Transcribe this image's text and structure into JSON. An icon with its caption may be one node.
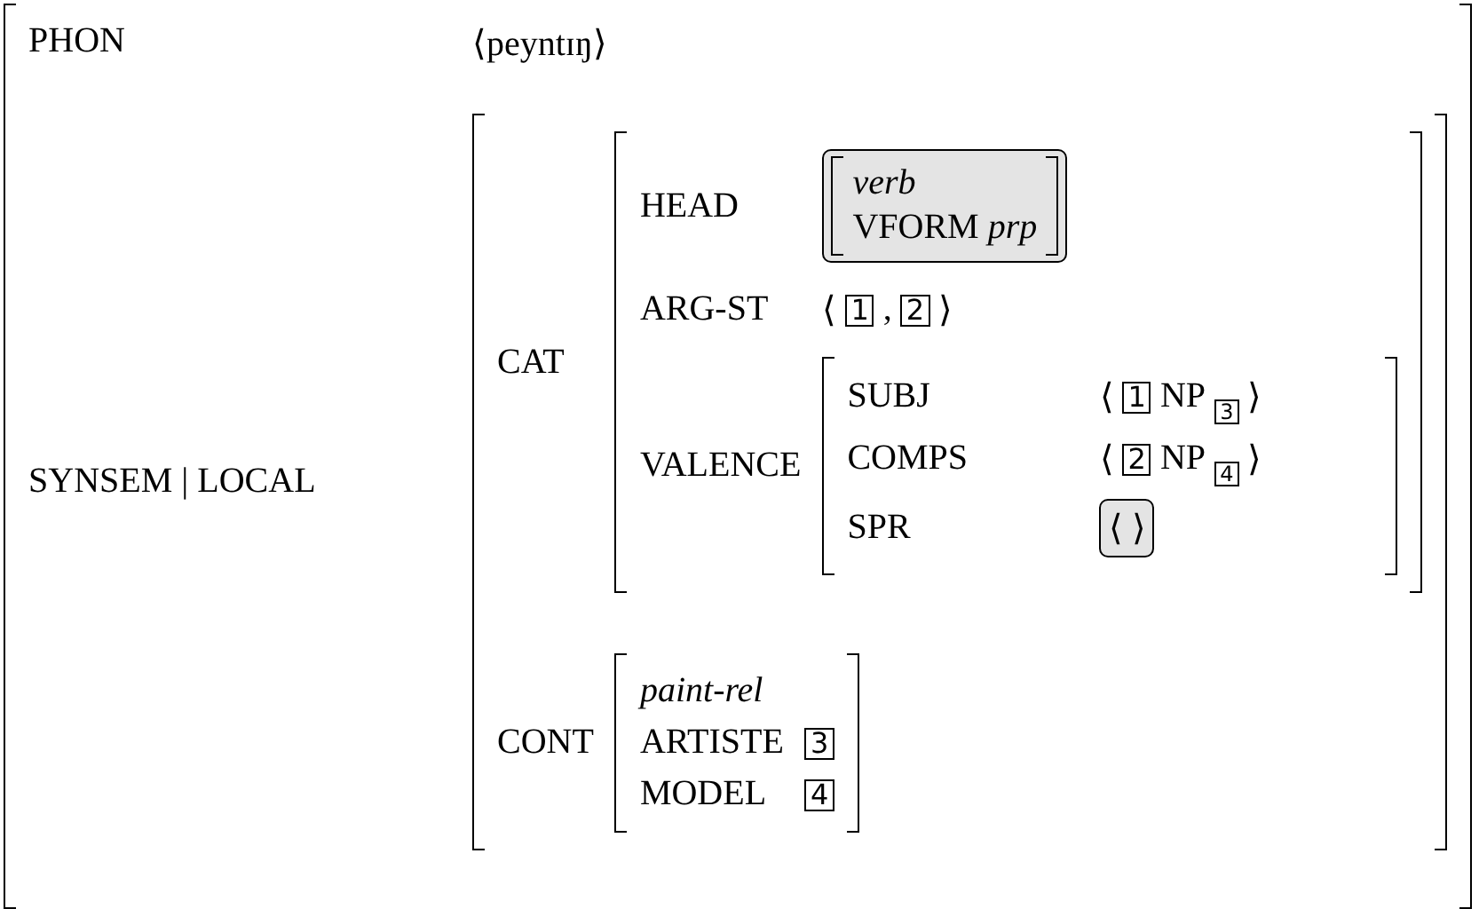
{
  "diagram": {
    "nodes": [
      {
        "text": [
          "PHON",
          "⟨peyntɪŋ⟩",
          "SYNSEM | LOCAL"
        ]
      },
      {
        "text": [
          "CAT",
          "CONT"
        ],
        "in": 0
      },
      {
        "text": [
          "HEAD",
          "ARG-ST",
          "⟨",
          ",",
          "⟩",
          "VALENCE"
        ],
        "in": 1
      },
      {
        "text": [
          "verb",
          "VFORM *prp*"
        ],
        "in": 2
      },
      {
        "text": [
          "1"
        ],
        "in": 2
      },
      {
        "text": [
          "2"
        ],
        "in": 2
      },
      {
        "text": [
          "SUBJ",
          "⟨",
          "NP",
          "⟩",
          "COMPS",
          "⟨",
          "NP",
          "⟩",
          "SPR"
        ],
        "in": 2
      },
      {
        "text": [
          "1"
        ],
        "in": 6
      },
      {
        "text": [
          "3"
        ],
        "in": 6
      },
      {
        "text": [
          "2"
        ],
        "in": 6
      },
      {
        "text": [
          "4"
        ],
        "in": 6
      },
      {
        "text": [
          "⟨ ⟩"
        ],
        "in": 6
      },
      {
        "text": [
          "paint-rel",
          "ARTISTE",
          "MODEL"
        ],
        "in": 1
      },
      {
        "text": [
          "3"
        ],
        "in": 12
      },
      {
        "text": [
          "4"
        ],
        "in": 12
      }
    ]
  }
}
